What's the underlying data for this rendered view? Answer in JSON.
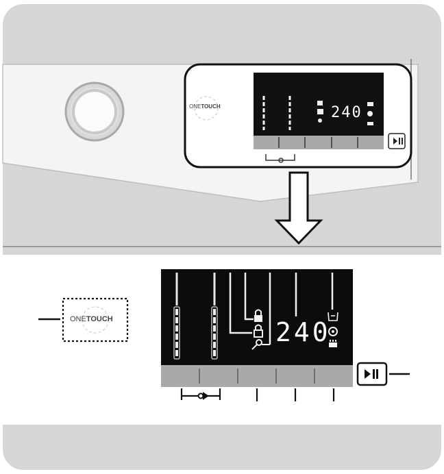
{
  "brand": {
    "one": "ONE",
    "touch": "TOUCH"
  },
  "display": {
    "spin_value": "240"
  },
  "callout_glyphs": {
    "dial": "",
    "top_row": "",
    "top_mid": "",
    "top_right": "",
    "left": "",
    "right": "",
    "bottom": "",
    "bottom_right": ""
  },
  "colors": {
    "panel": "#d6d6d6",
    "display": "#111111",
    "button_bar": "#a9a9a9",
    "white_band": "#f4f4f4"
  }
}
